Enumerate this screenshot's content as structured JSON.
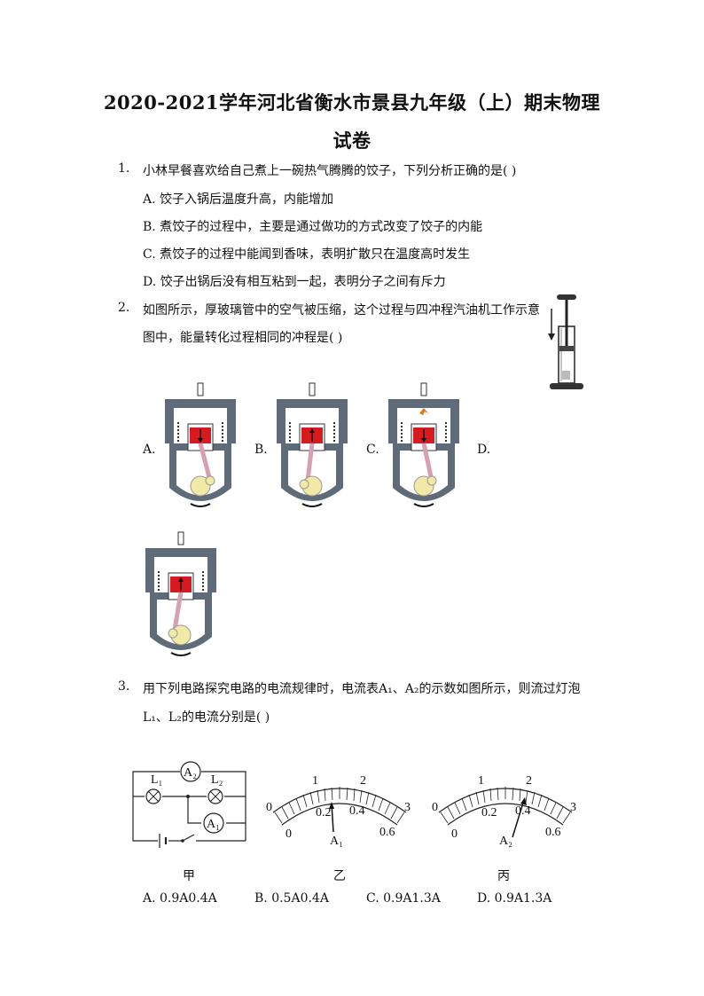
{
  "title": {
    "line1": "2020-2021学年河北省衡水市景县九年级（上）期末物理",
    "line2": "试卷"
  },
  "q1": {
    "number": "1.",
    "stem": "小林早餐喜欢给自己煮上一碗热气腾腾的饺子，下列分析正确的是(    )",
    "options": [
      "A.  饺子入锅后温度升高，内能增加",
      "B.  煮饺子的过程中，主要是通过做功的方式改变了饺子的内能",
      "C.  煮饺子的过程中能闻到香味，表明扩散只在温度高时发生",
      "D.  饺子出锅后没有相互粘到一起，表明分子之间有斥力"
    ]
  },
  "q2": {
    "number": "2.",
    "stem_line1": "如图所示，厚玻璃管中的空气被压缩，这个过程与四冲程汽油机工作示意",
    "stem_line2": "图中，能量转化过程相同的冲程是(    )",
    "option_letters": [
      "A.",
      "B.",
      "C.",
      "D."
    ]
  },
  "q3": {
    "number": "3.",
    "stem_line1": "用下列电路探究电路的电流规律时，电流表A₁、A₂的示数如图所示，则流过灯泡",
    "stem_line2": "L₁、L₂的电流分别是(    )",
    "circuit_labels": {
      "l1": "L₁",
      "l2": "L₂",
      "a1": "A₁",
      "a2": "A₂"
    },
    "meter_scale": {
      "outer": [
        "0",
        "1",
        "2",
        "3"
      ],
      "inner": [
        "0",
        "0.2",
        "0.4",
        "0.6"
      ]
    },
    "meter_pointer_labels": [
      "A₁",
      "A₂"
    ],
    "captions": [
      "甲",
      "乙",
      "丙"
    ],
    "options": [
      "A.  0.9A0.4A",
      "B.  0.5A0.4A",
      "C.  0.9A1.3A",
      "D.  0.9A1.3A"
    ]
  }
}
